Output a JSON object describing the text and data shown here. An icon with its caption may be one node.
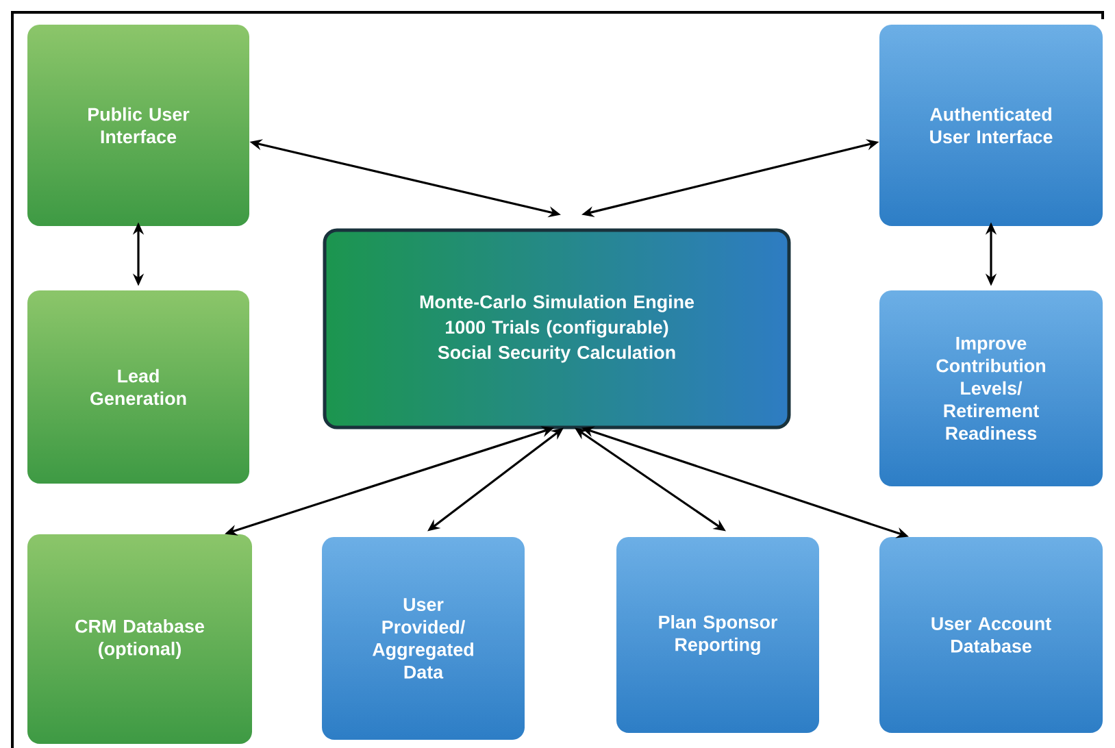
{
  "diagram": {
    "nodes": [
      {
        "text": [
          "Public User Interface"
        ]
      },
      {
        "text": [
          "Lead Generation"
        ]
      },
      {
        "text": [
          "CRM Database (optional)"
        ]
      },
      {
        "text": [
          "Monte-Carlo Simulation Engine",
          "1000 Trials (configurable)",
          "Social Security Calculation"
        ]
      },
      {
        "text": [
          "User Provided/ Aggregated Data"
        ]
      },
      {
        "text": [
          "Plan Sponsor Reporting"
        ]
      },
      {
        "text": [
          "User Account Database"
        ]
      },
      {
        "text": [
          "Authenticated User Interface"
        ]
      },
      {
        "text": [
          "Improve Contribution Levels/ Retirement Readiness"
        ]
      }
    ],
    "edges": [
      {
        "from": 0,
        "to": 3,
        "arrow": "both"
      },
      {
        "from": 7,
        "to": 3,
        "arrow": "both"
      },
      {
        "from": 0,
        "to": 1,
        "arrow": "both"
      },
      {
        "from": 7,
        "to": 8,
        "arrow": "both"
      },
      {
        "from": 3,
        "to": 2,
        "arrow": "both"
      },
      {
        "from": 3,
        "to": 4,
        "arrow": "both"
      },
      {
        "from": 3,
        "to": 5,
        "arrow": "both"
      },
      {
        "from": 3,
        "to": 6,
        "arrow": "both"
      }
    ]
  }
}
